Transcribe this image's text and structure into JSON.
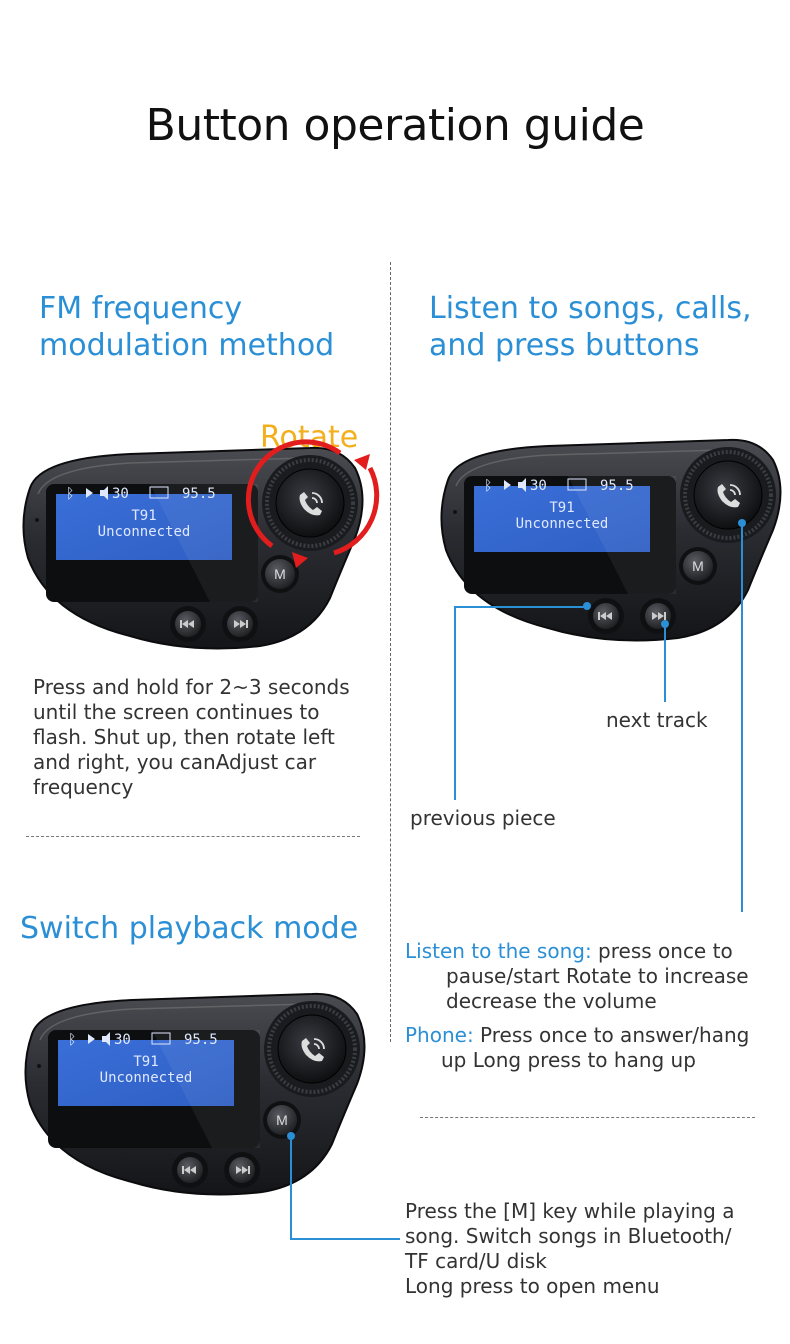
{
  "page": {
    "title": "Button operation guide"
  },
  "fm_section": {
    "heading_line1": "FM frequency",
    "heading_line2": "modulation method",
    "rotate_label": "Rotate",
    "description": [
      "Press and hold for 2~3 seconds",
      "until the screen continues to",
      "flash. Shut up, then rotate left",
      "and right, you canAdjust car",
      "frequency"
    ]
  },
  "listen_section": {
    "heading_line1": "Listen to songs, calls,",
    "heading_line2": "and press buttons",
    "next_track_label": "next track",
    "previous_label": "previous piece",
    "song_key": "Listen to the song:",
    "song_line1": " press once to",
    "song_line2": "pause/start   Rotate to increase",
    "song_line3": "decrease the volume",
    "phone_key": "Phone:",
    "phone_line1": " Press once to answer/hang",
    "phone_line2": "up Long press to hang up"
  },
  "switch_section": {
    "heading": "Switch playback mode",
    "description": [
      "Press the [M] key while playing a",
      "song. Switch songs in Bluetooth/",
      "TF card/U disk",
      "Long press to open menu"
    ]
  },
  "device_screen": {
    "volume": "30",
    "frequency": "95.5",
    "model": "T91",
    "status": "Unconnected",
    "m_button": "M"
  },
  "colors": {
    "accent_blue": "#2b8fd6",
    "rotate_yellow": "#f2b01e",
    "arrow_red": "#e21d1d",
    "screen_blue": "#3d6fd3"
  },
  "icons": [
    "bluetooth-icon",
    "play-icon",
    "speaker-icon",
    "fm-icon",
    "phone-icon",
    "previous-track-icon",
    "next-track-icon"
  ]
}
